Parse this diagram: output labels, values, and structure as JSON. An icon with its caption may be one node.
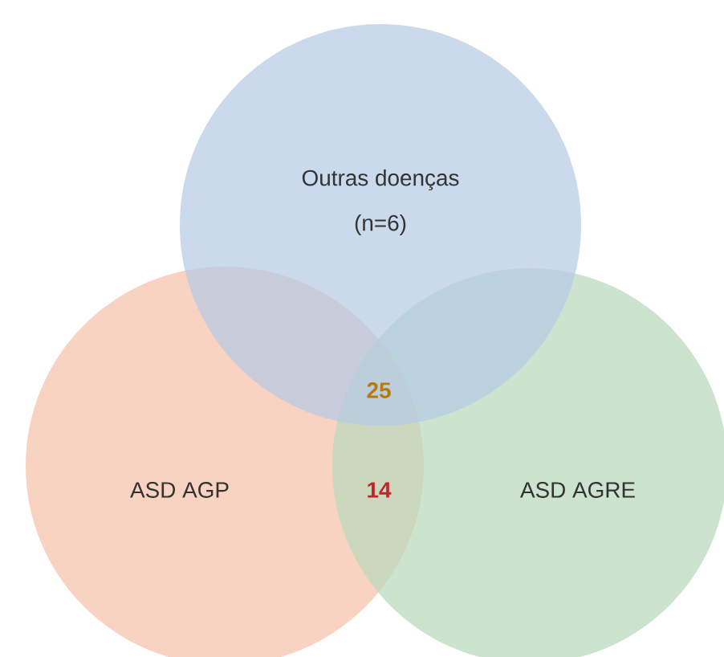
{
  "diagram": {
    "nodes": [
      {
        "text": [
          "Outras doenças",
          "(n=6)"
        ]
      },
      {
        "text": [
          "ASD AGP"
        ]
      },
      {
        "text": [
          "ASD AGRE"
        ]
      }
    ],
    "labels": [
      "25",
      "14"
    ]
  }
}
